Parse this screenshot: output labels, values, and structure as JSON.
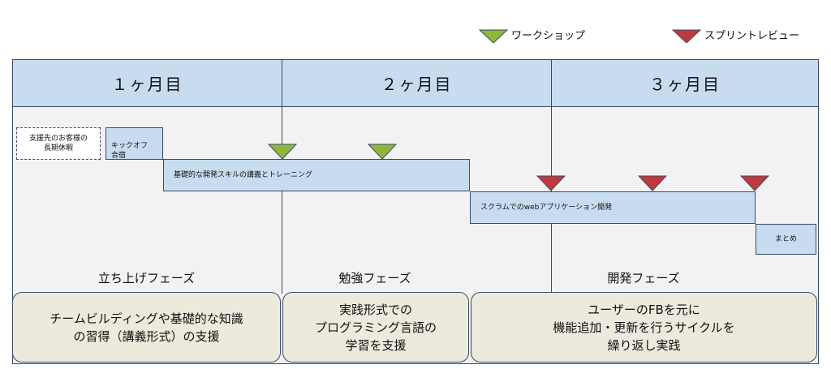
{
  "legend": {
    "workshop": {
      "label": "ワークショップ",
      "color": "#8fb83a"
    },
    "sprint_review": {
      "label": "スプリントレビュー",
      "color": "#c0393b"
    }
  },
  "months": [
    "１ヶ月目",
    "２ヶ月目",
    "３ヶ月目"
  ],
  "tasks": {
    "holiday": "支援先のお客様の\n長期休暇",
    "kickoff": "キックオフ\n合宿",
    "training": "基礎的な開発スキルの講義とトレーニング",
    "scrum": "スクラムでのwebアプリケーション開発",
    "summary": "まとめ"
  },
  "phases": [
    "立ち上げフェーズ",
    "勉強フェーズ",
    "開発フェーズ"
  ],
  "goals": [
    "チームビルディングや基礎的な知識\nの習得（講義形式）の支援",
    "実践形式での\nプログラミング言語の\n学習を支援",
    "ユーザーのFBを元に\n機能追加・更新を行うサイクルを\n繰り返し実践"
  ]
}
